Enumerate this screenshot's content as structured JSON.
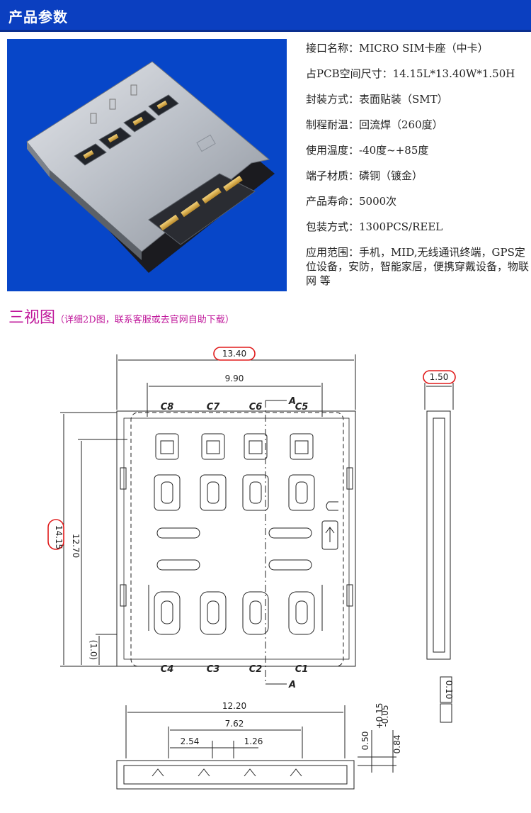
{
  "header": {
    "title": "产品参数"
  },
  "specs": [
    "接口名称：MICRO SIM卡座（中卡）",
    "占PCB空间尺寸：14.15L*13.40W*1.50H",
    "封装方式：表面贴装（SMT）",
    "制程耐温：回流焊（260度）",
    "使用温度：-40度~+85度",
    "端子材质：磷铜（镀金）",
    "产品寿命：5000次",
    "包装方式：1300PCS/REEL",
    "应用范围：手机，MID,无线通讯终端，GPS定位设备，安防，智能家居，便携穿戴设备，物联网 等"
  ],
  "views": {
    "title": "三视图",
    "subtitle": "（详细2D图，联系客服或去官网自助下载）"
  },
  "drawing": {
    "dims": {
      "width_total": "13.40",
      "width_inner": "9.90",
      "height_side": "1.50",
      "length_total": "14.15",
      "length_inner": "12.70",
      "offset": "(1.0)",
      "flat": "0.10",
      "bottom_total": "12.20",
      "bottom_inner": "7.62",
      "pitch_a": "2.54",
      "pitch_b": "1.26",
      "foot": "0.50",
      "foot_tol_plus": "+0.15",
      "foot_tol_minus": "-0.05",
      "foot_h": "0.84"
    },
    "pins_top": [
      "C8",
      "C7",
      "C6",
      "C5"
    ],
    "pins_bottom": [
      "C4",
      "C3",
      "C2",
      "C1"
    ],
    "section": "A"
  }
}
